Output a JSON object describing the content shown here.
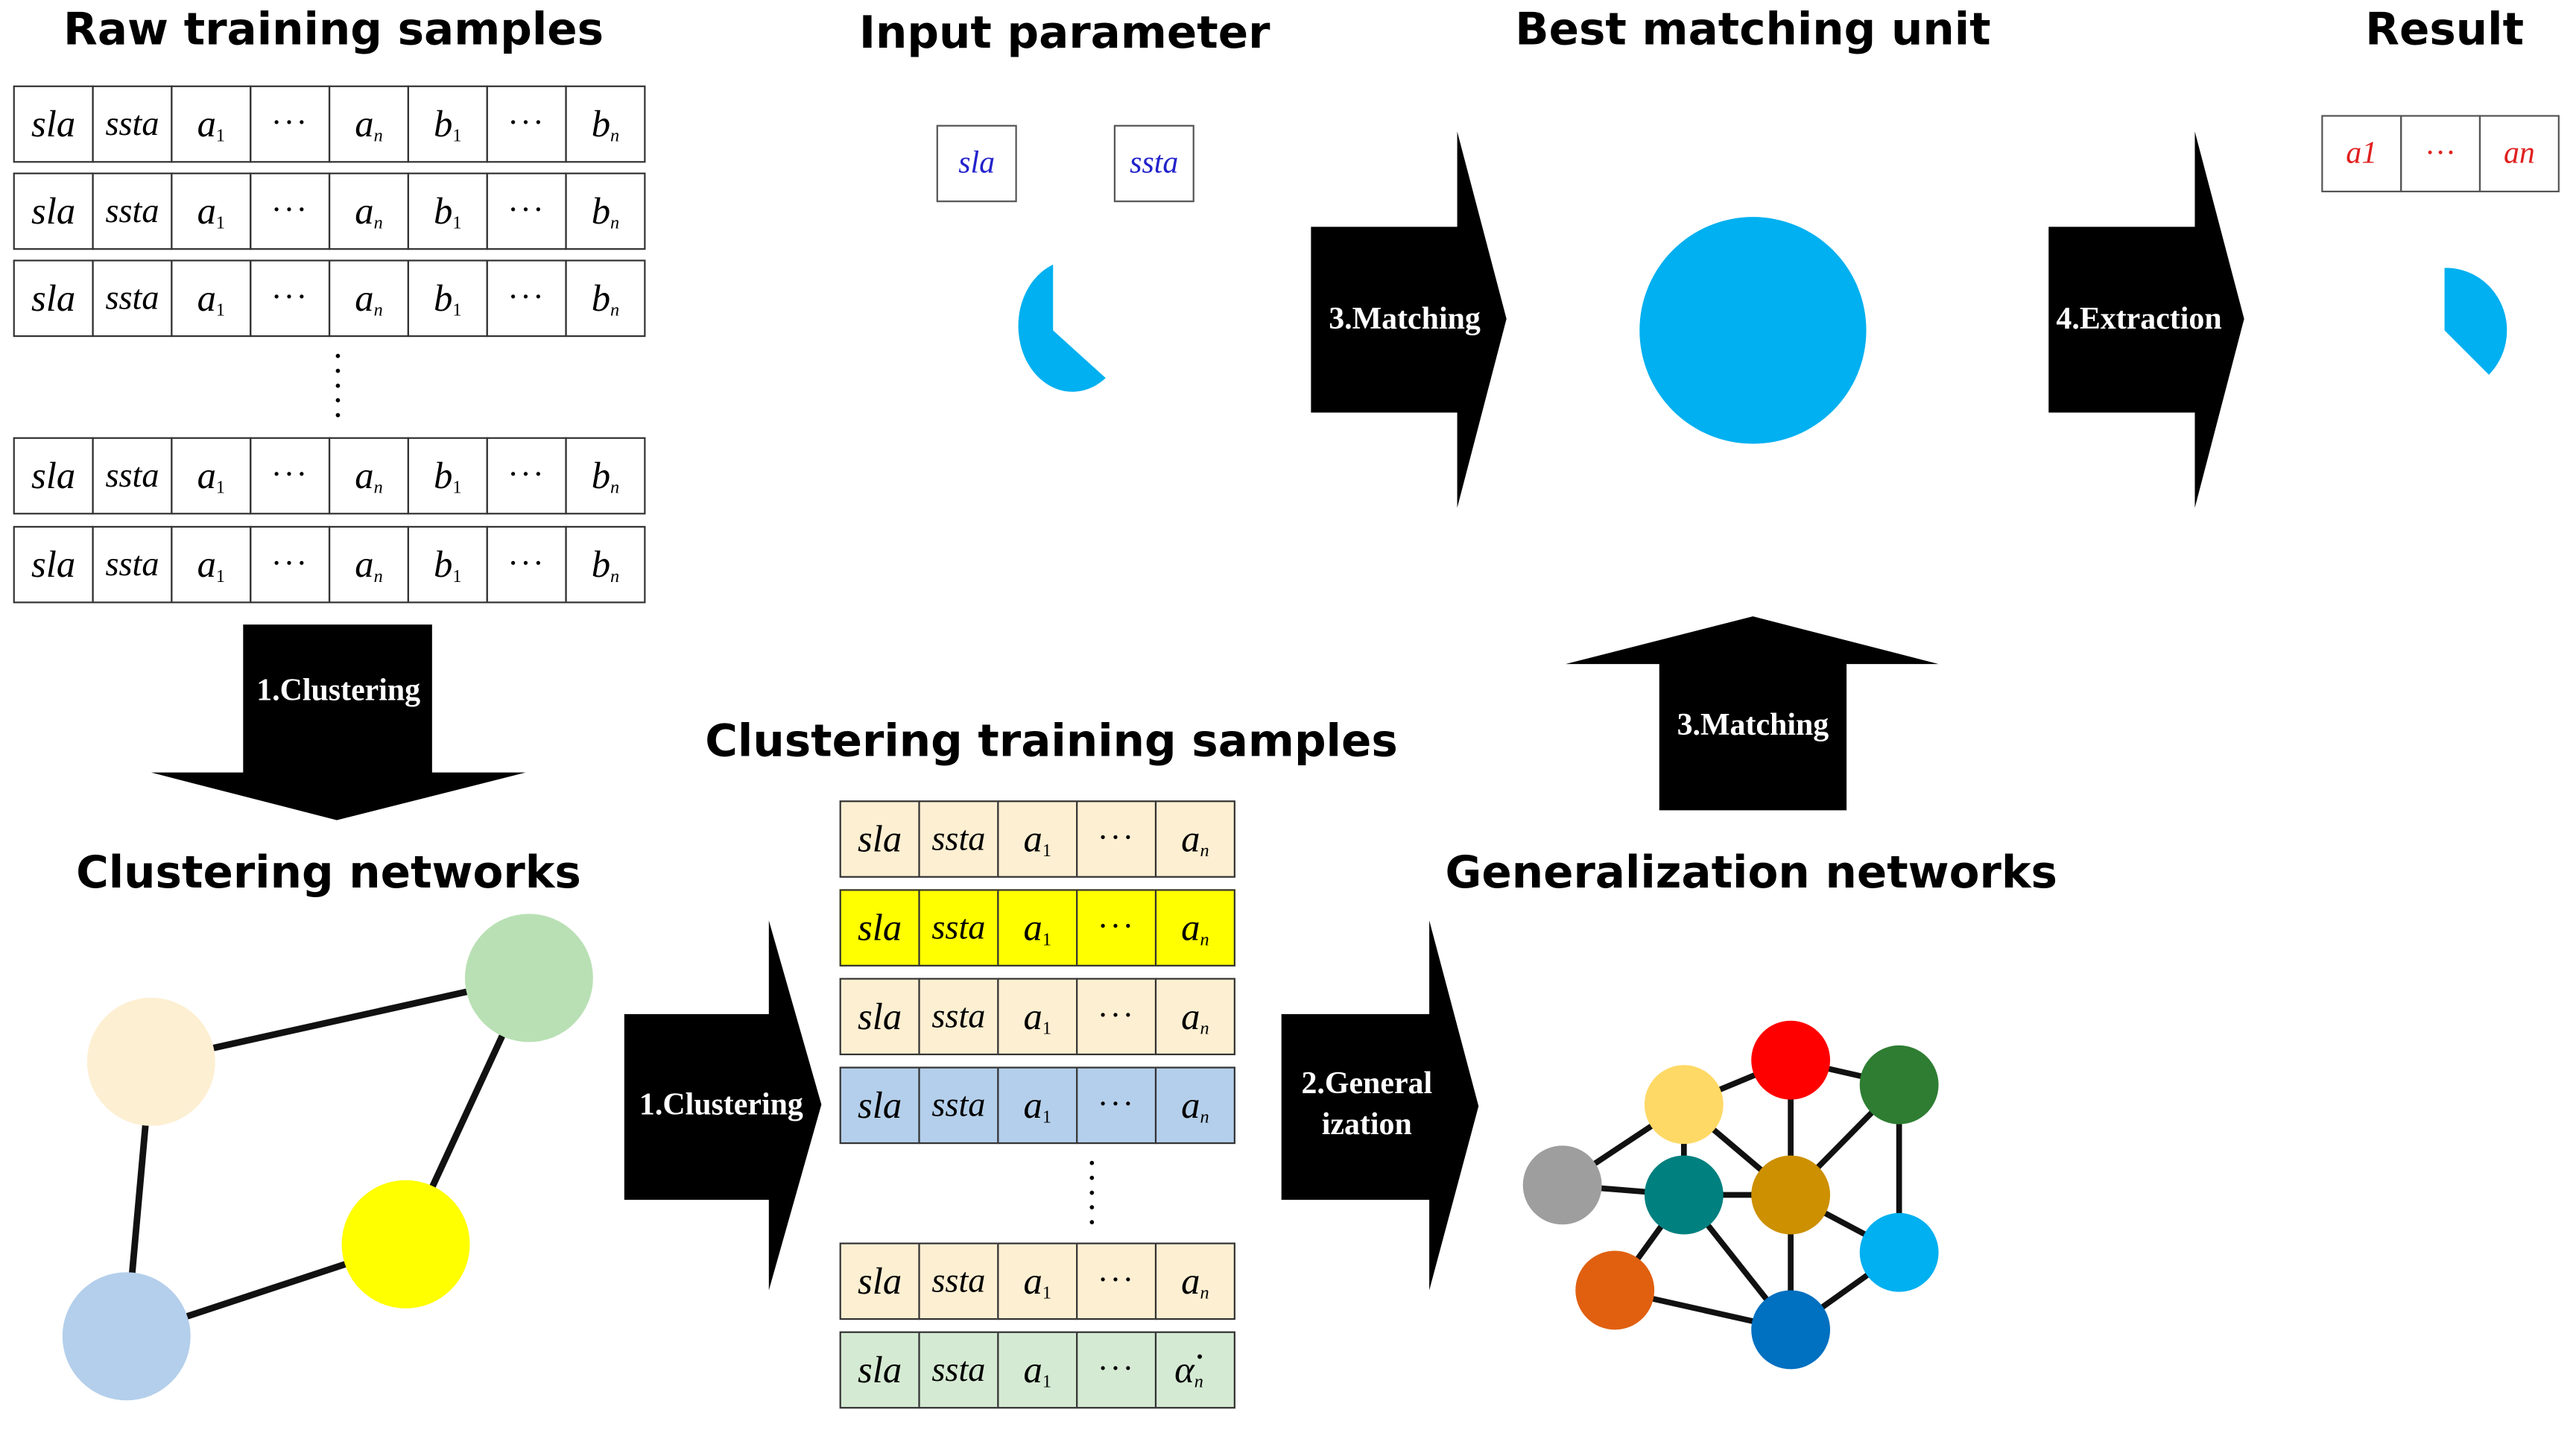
{
  "titles": {
    "raw": "Raw training samples",
    "input": "Input parameter",
    "bmu": "Best matching unit",
    "result": "Result",
    "clust_samples": "Clustering training samples",
    "clust_net": "Clustering networks",
    "gen_net": "Generalization networks"
  },
  "row_cells": {
    "sla": "sla",
    "ssta": "ssta",
    "a": "a",
    "a_sub": "1",
    "dots": "···",
    "an": "a",
    "an_sub": "n",
    "b": "b",
    "b_sub": "1",
    "bn": "b",
    "bn_sub": "n",
    "alpha": "α",
    "alpha_dot": "·"
  },
  "input_params": {
    "sla": "sla",
    "ssta": "ssta"
  },
  "vertical_dots": "·\n·\n·\n·\n·",
  "arrows": {
    "clustering_down": "1.Clustering",
    "clustering_right": "1.Clustering",
    "generalization_line1": "2.General",
    "generalization_line2": "ization",
    "matching_up": "3.Matching",
    "matching_right": "3.Matching",
    "extraction": "4.Extraction"
  },
  "colors": {
    "cyan": "#00b0f0",
    "peach": "#fdefd2",
    "yellow": "#ffff00",
    "blue": "#b4cfeb",
    "green": "#d5ead3",
    "green_node": "#b9e0b4",
    "red_text": "#e02020",
    "blue_text": "#2222cc"
  },
  "gen_nodes": [
    "#ffd966",
    "#ff0000",
    "#2e7d32",
    "#9e9e9e",
    "#00807f",
    "#cc9000",
    "#00b0f0",
    "#e06010",
    "#0070c0"
  ]
}
